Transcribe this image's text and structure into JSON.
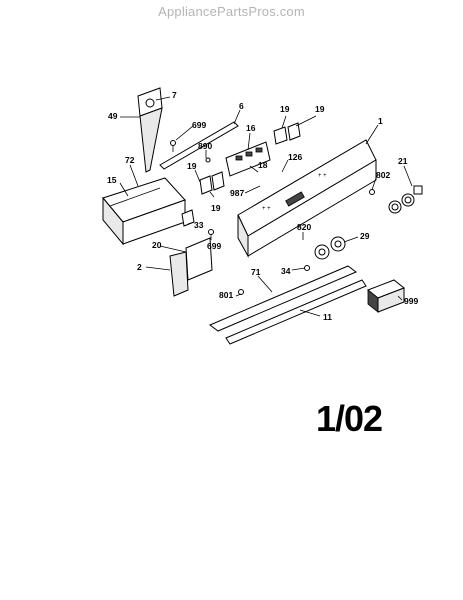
{
  "watermark": "AppliancePartsPros.com",
  "page_code": "1/02",
  "callouts": {
    "c7": "7",
    "c49": "49",
    "c699a": "699",
    "c6": "6",
    "c19a": "19",
    "c19b": "19",
    "c16": "16",
    "c1": "1",
    "c890": "890",
    "c126": "126",
    "c72": "72",
    "c15": "15",
    "c19c": "19",
    "c18": "18",
    "c21": "21",
    "c987": "987",
    "c802": "802",
    "c19d": "19",
    "c33": "33",
    "c699b": "699",
    "c20": "20",
    "c820": "820",
    "c29": "29",
    "c2": "2",
    "c71": "71",
    "c34": "34",
    "c999": "999",
    "c801": "801",
    "c11": "11"
  }
}
